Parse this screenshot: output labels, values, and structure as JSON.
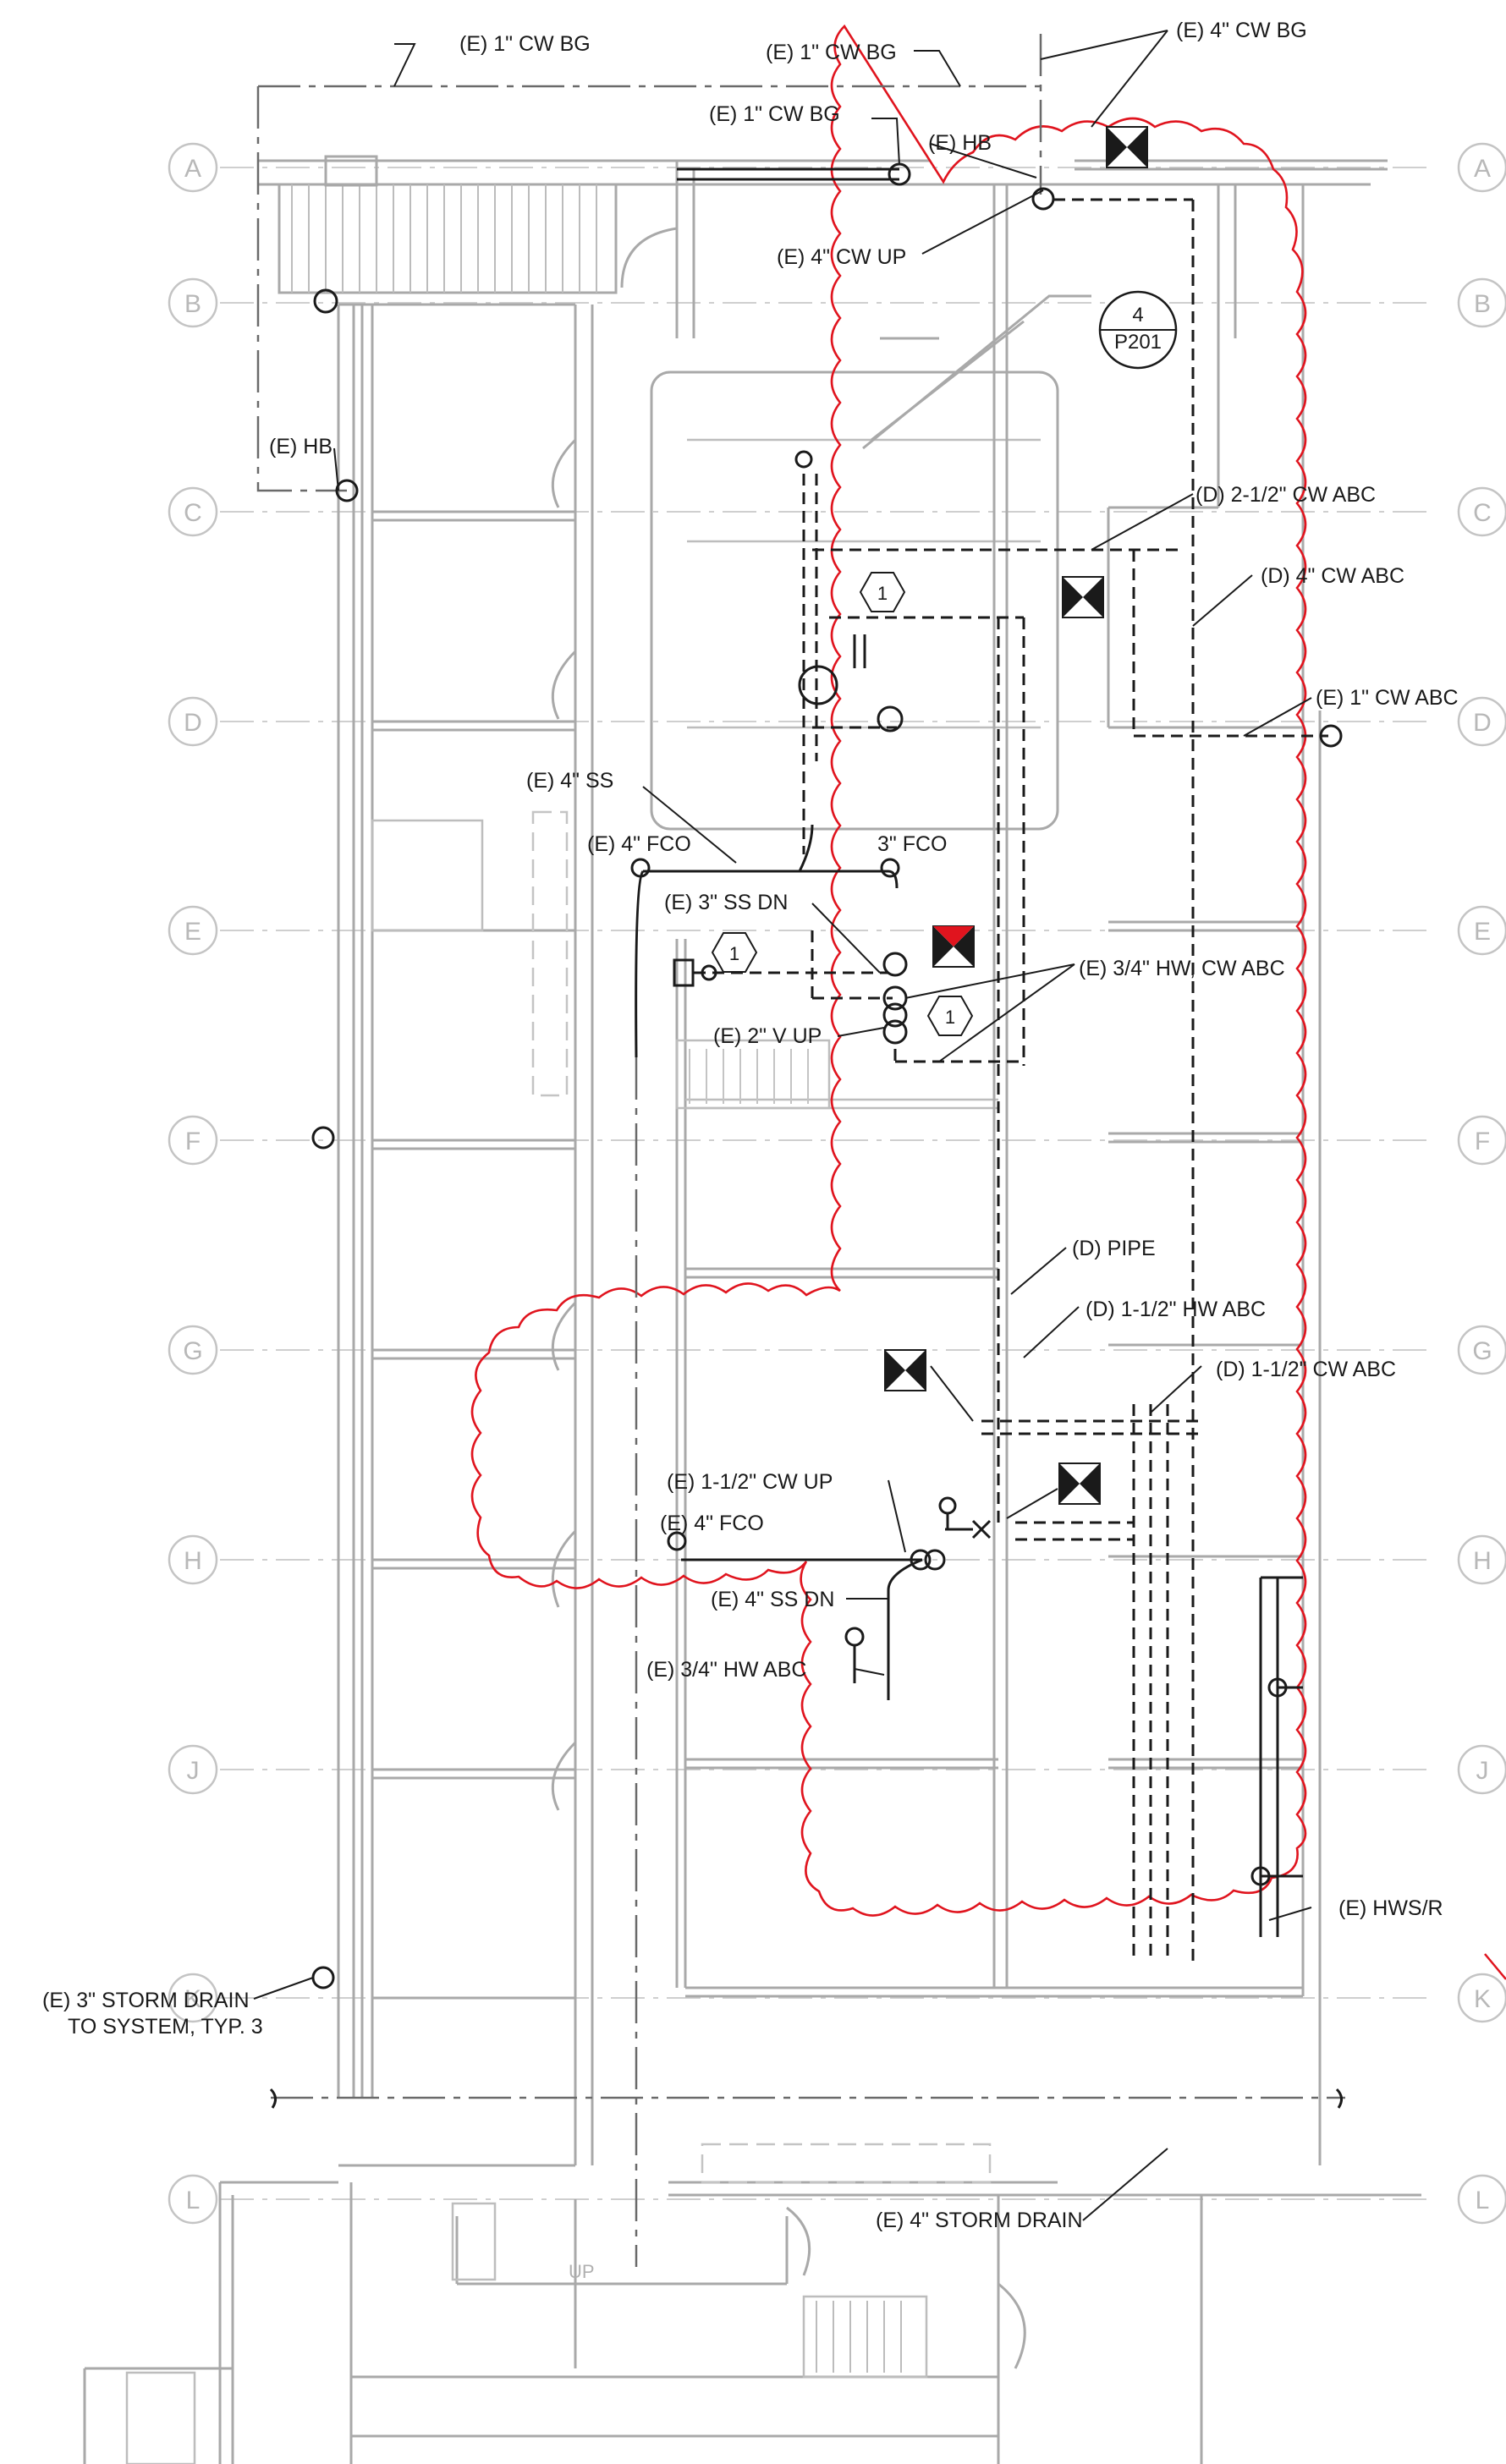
{
  "drawing": {
    "grid_rows": [
      "A",
      "B",
      "C",
      "D",
      "E",
      "F",
      "G",
      "H",
      "J",
      "K",
      "L"
    ],
    "section_ref": {
      "number": "4",
      "sheet": "P201"
    },
    "keynote": "1",
    "stair_label": "UP",
    "labels": {
      "cw_bg_1_top": "(E) 1\" CW BG",
      "cw_bg_1_mid": "(E) 1\" CW BG",
      "cw_bg_1_low": "(E) 1\" CW BG",
      "cw_bg_4": "(E) 4\" CW BG",
      "hb_top": "(E) HB",
      "cw_up_4": "(E) 4\" CW UP",
      "hb_left": "(E) HB",
      "d_cw_abc_2_5": "(D) 2-1/2\" CW ABC",
      "d_cw_abc_4": "(D) 4\" CW ABC",
      "e_cw_abc_1": "(E) 1\" CW ABC",
      "ss_4": "(E) 4\" SS",
      "fco_4_top": "(E) 4\" FCO",
      "fco_3": "3\" FCO",
      "ss_dn_3": "(E) 3\" SS DN",
      "hw_cw_abc_3_4": "(E) 3/4\" HW, CW ABC",
      "v_up_2": "(E) 2\" V UP",
      "d_pipe": "(D) PIPE",
      "d_hw_abc_1_5": "(D) 1-1/2\" HW ABC",
      "d_cw_abc_1_5": "(D) 1-1/2\" CW ABC",
      "cw_up_1_5": "(E) 1-1/2\" CW UP",
      "fco_4_low": "(E) 4\" FCO",
      "ss_dn_4": "(E) 4\" SS DN",
      "hw_abc_3_4": "(E) 3/4\" HW ABC",
      "hws_r": "(E) HWS/R",
      "storm_drain_3_line1": "(E) 3\" STORM DRAIN",
      "storm_drain_3_line2": "TO SYSTEM, TYP. 3",
      "storm_drain_4": "(E) 4\" STORM DRAIN"
    }
  },
  "colors": {
    "revision_cloud": "#e0141e",
    "existing_linework": "#a9a9a9",
    "piping": "#1a1a1a"
  }
}
